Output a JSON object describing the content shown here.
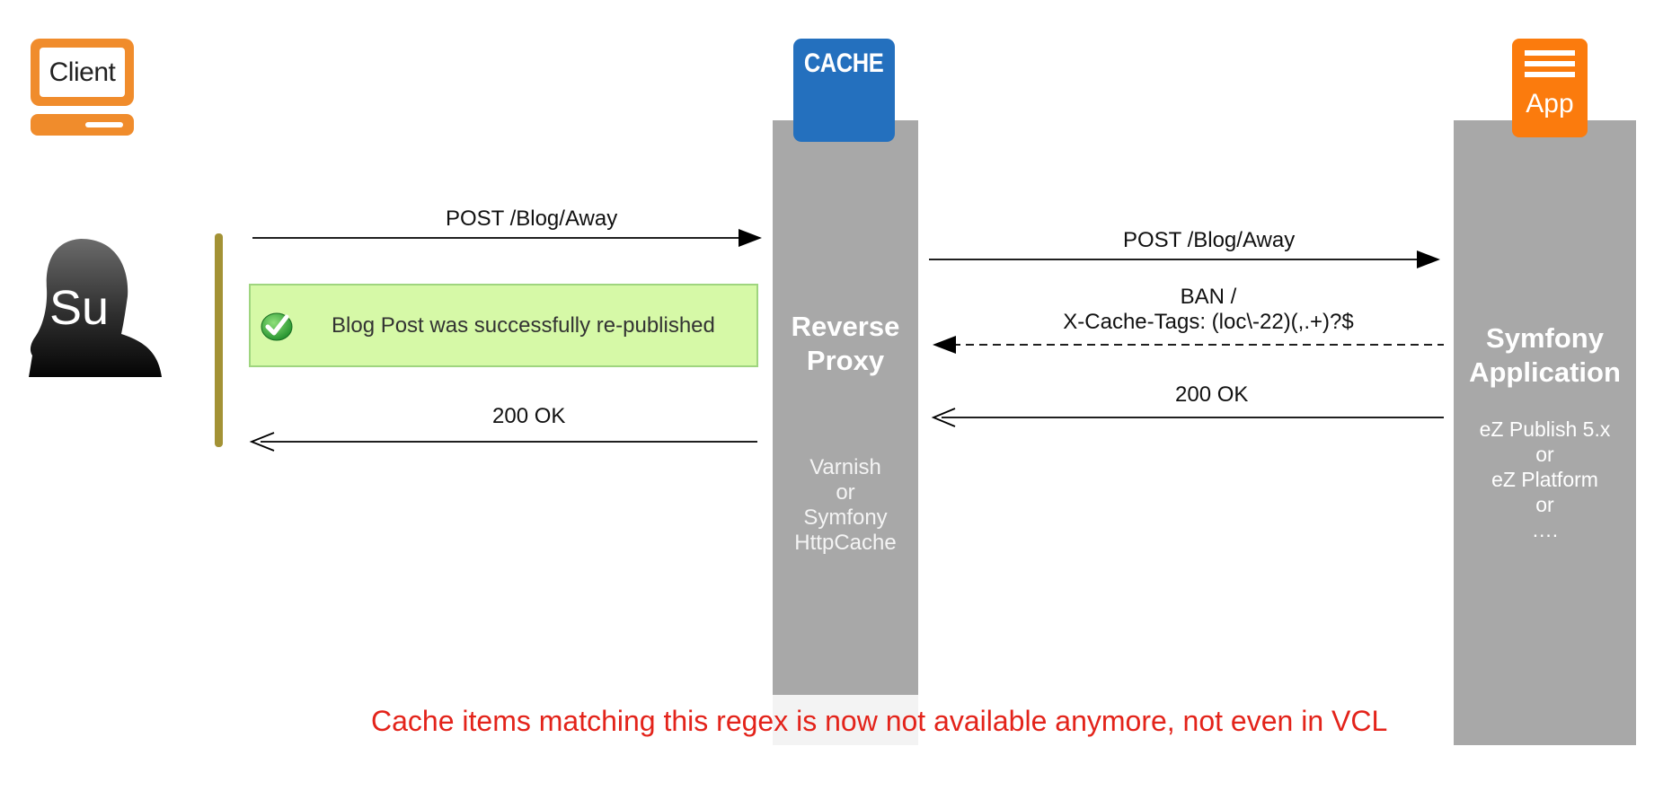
{
  "client": {
    "label": "Client"
  },
  "user": {
    "initials": "Su"
  },
  "proxy": {
    "badge": "CACHE",
    "title_line1": "Reverse",
    "title_line2": "Proxy",
    "subtitle": [
      "Varnish",
      "or",
      "Symfony",
      "HttpCache"
    ]
  },
  "app": {
    "badge": "App",
    "title_line1": "Symfony",
    "title_line2": "Application",
    "subtitle": [
      "eZ Publish 5.x",
      "or",
      "eZ Platform",
      "or",
      "…."
    ]
  },
  "messages": {
    "post_left": "POST /Blog/Away",
    "ok_left": "200 OK",
    "post_right": "POST /Blog/Away",
    "ban_line1": "BAN /",
    "ban_line2": "X-Cache-Tags: (loc\\-22)(,.+)?$",
    "ok_right": "200 OK"
  },
  "success": {
    "text": "Blog Post was successfully re-published"
  },
  "footer": {
    "note": "Cache items matching this regex is now not available anymore, not even in VCL"
  },
  "colors": {
    "client_orange": "#f08c2c",
    "cache_blue": "#2470be",
    "app_orange": "#fb7b0d",
    "column_gray": "#a8a8a8",
    "session_bar": "#a39235",
    "success_bg": "#d6f9a7",
    "note_red": "#e3231a"
  },
  "icons": {
    "client": "desktop-computer-icon",
    "user": "person-silhouette-icon",
    "check": "check-circle-icon",
    "app": "menu-lines-icon"
  }
}
